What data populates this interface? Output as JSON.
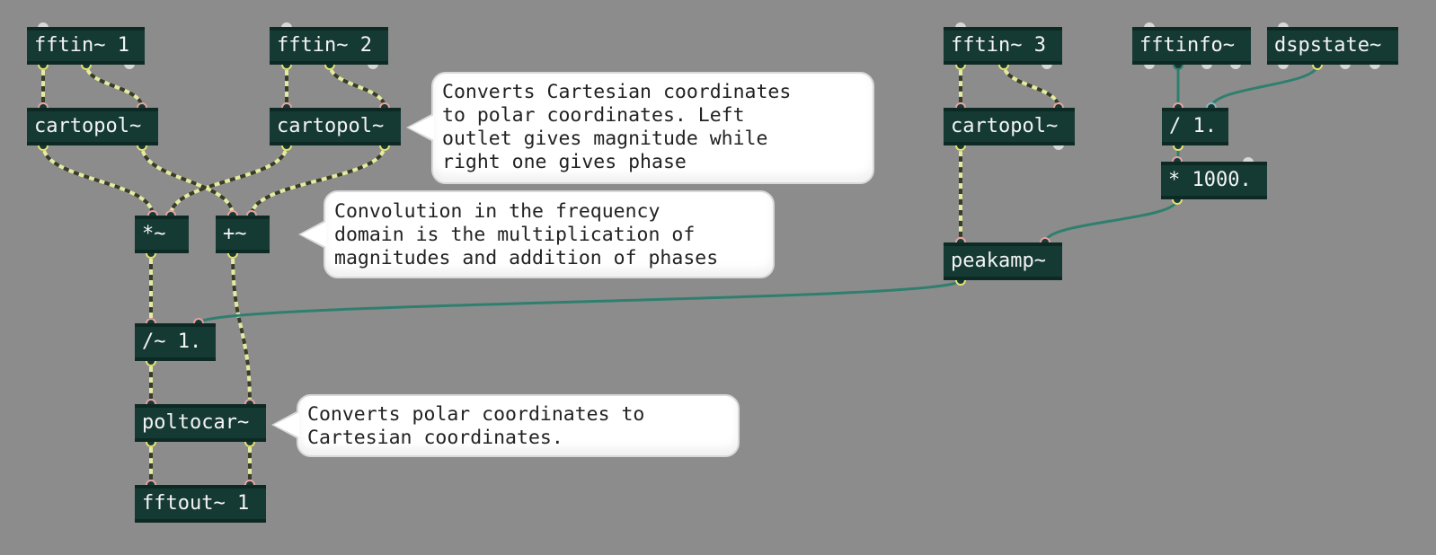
{
  "objects": {
    "fftin1": "fftin~ 1",
    "fftin2": "fftin~ 2",
    "fftin3": "fftin~ 3",
    "fftinfo": "fftinfo~",
    "dspstate": "dspstate~",
    "cartopol1": "cartopol~",
    "cartopol2": "cartopol~",
    "cartopol3": "cartopol~",
    "div1": "/ 1.",
    "mul1000": "* 1000.",
    "mulsig": "*~",
    "addsig": "+~",
    "peakamp": "peakamp~",
    "divsig": "/~ 1.",
    "poltocar": "poltocar~",
    "fftout": "fftout~ 1"
  },
  "comments": {
    "cartopol_note": "Converts Cartesian coordinates\nto polar coordinates. Left\noutlet gives magnitude while\nright one gives phase",
    "convolution_note": "Convolution in the frequency\ndomain is the multiplication of\nmagnitudes and addition of phases",
    "poltocar_note": "Converts polar coordinates to\nCartesian coordinates."
  },
  "colors": {
    "background": "#8c8c8c",
    "object_fill": "#153a34",
    "signal_cord": "#e2eba0",
    "control_cord": "#2f7f6e"
  }
}
